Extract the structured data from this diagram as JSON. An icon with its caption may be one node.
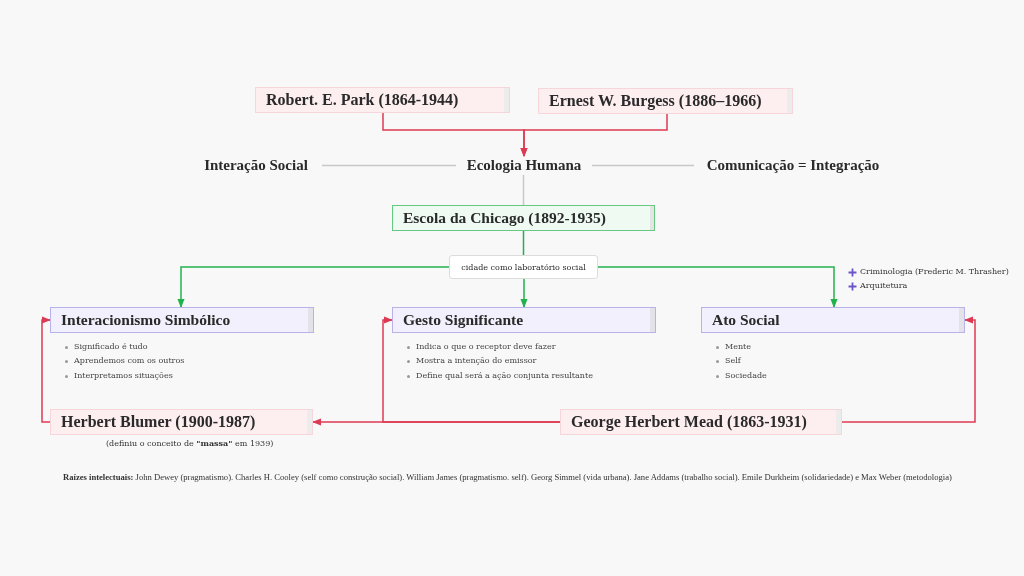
{
  "diagram": {
    "nodes": [
      {
        "text": [
          "Robert. E. Park (1864-1944)"
        ]
      },
      {
        "text": [
          "Ernest W. Burgess (1886–1966)"
        ]
      },
      {
        "text": [
          "Ecologia Humana"
        ]
      },
      {
        "text": [
          "Interação Social"
        ]
      },
      {
        "text": [
          "Comunicação = Integração"
        ]
      },
      {
        "text": [
          "Escola da Chicago (1892-1935)"
        ]
      },
      {
        "text": [
          "cidade como laboratório social"
        ]
      },
      {
        "text": [
          "Interacionismo Simbólico"
        ],
        "beside": [
          "Significado é tudo",
          "Aprendemos com os outros",
          "Interpretamos situações"
        ]
      },
      {
        "text": [
          "Gesto Significante"
        ],
        "beside": [
          "Indica o que o receptor deve fazer",
          "Mostra a intenção do emissor",
          "Define qual será a ação conjunta resultante"
        ]
      },
      {
        "text": [
          "Ato Social"
        ],
        "beside": [
          "Mente",
          "Self",
          "Sociedade"
        ]
      },
      {
        "text": [
          "Herbert Blumer (1900-1987)"
        ],
        "beside": [
          "(definiu o conceito de **\"massa\"** em 1939)"
        ]
      },
      {
        "text": [
          "George Herbert Mead (1863-1931)"
        ]
      }
    ],
    "edges": [
      {
        "from": 0,
        "to": 2,
        "arrow": "to"
      },
      {
        "from": 1,
        "to": 2,
        "arrow": "to"
      },
      {
        "from": 3,
        "to": 2,
        "arrow": "none",
        "color": "#c8c8c8"
      },
      {
        "from": 2,
        "to": 4,
        "arrow": "none",
        "color": "#c8c8c8"
      },
      {
        "from": 2,
        "to": 5,
        "arrow": "none",
        "color": "#c8c8c8"
      },
      {
        "from": 5,
        "to": 6,
        "arrow": "none",
        "color": "#22b24c"
      },
      {
        "from": 6,
        "to": 7,
        "arrow": "to",
        "color": "#22b24c"
      },
      {
        "from": 6,
        "to": 8,
        "arrow": "to",
        "color": "#22b24c"
      },
      {
        "from": 6,
        "to": 9,
        "arrow": "to",
        "color": "#22b24c"
      },
      {
        "from": 11,
        "to": 10,
        "arrow": "to"
      },
      {
        "from": 11,
        "to": 8,
        "arrow": "to"
      },
      {
        "from": 10,
        "to": 7,
        "arrow": "to"
      },
      {
        "from": 11,
        "to": 9,
        "arrow": "to"
      }
    ],
    "labels": [
      "Criminologia (Frederic M. Thrasher)",
      "Arquitetura",
      "**Raízes intelectuais:** John Dewey (pragmatismo). Charles H. Cooley (self como construção social). William James (pragmatismo. self). Georg Simmel (vida urbana). Jane Addams (trabalho social). Emile Durkheim (solidariedade) e Max Weber (metodologia)"
    ]
  }
}
